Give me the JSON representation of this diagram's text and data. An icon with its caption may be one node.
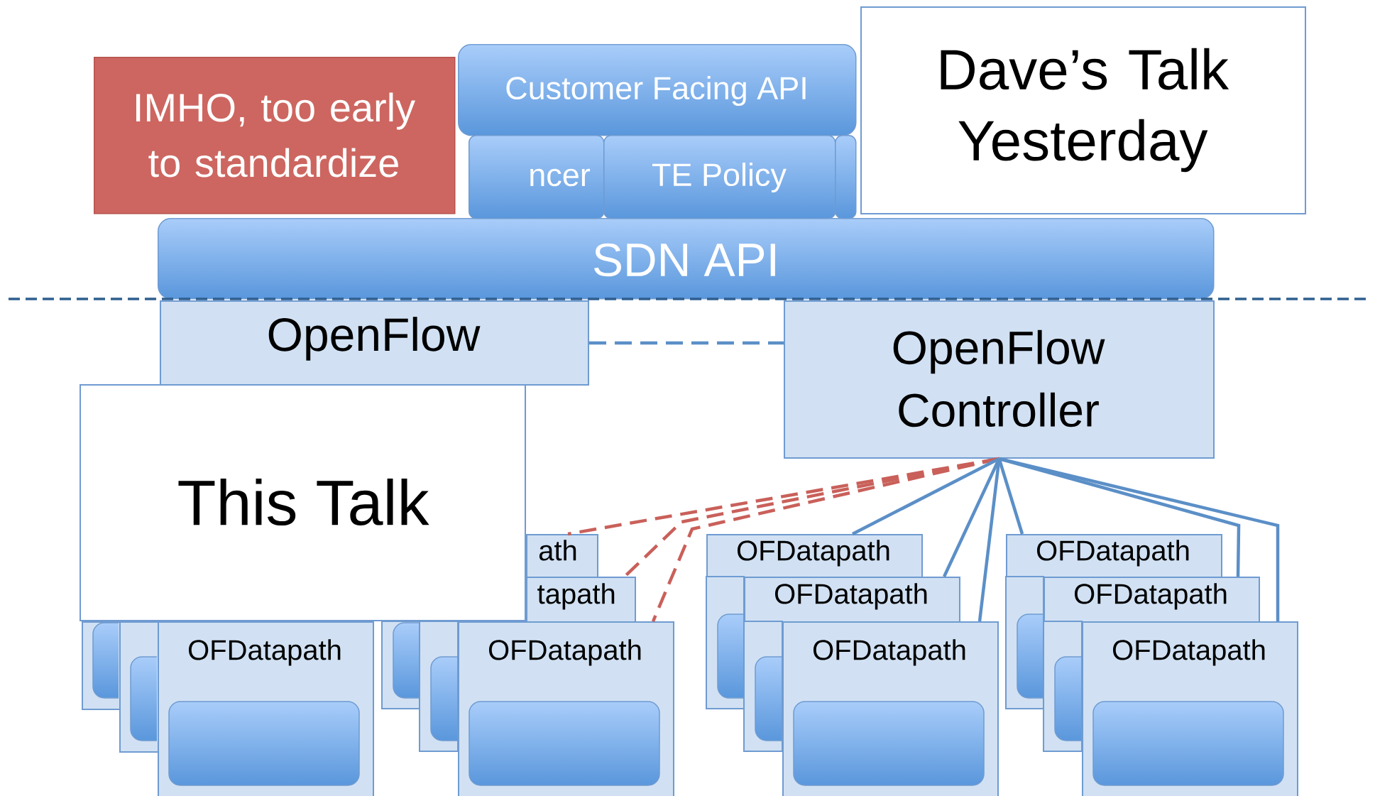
{
  "diagram": {
    "nodes": [
      {
        "text": [
          "Customer Facing API"
        ]
      },
      {
        "text": [
          "ncer"
        ]
      },
      {
        "text": [
          "TE Policy"
        ]
      },
      {
        "text": [],
        "shape": "box"
      },
      {
        "text": [
          "SDN API"
        ]
      },
      {
        "text": [
          "IMHO, too early to standardize"
        ]
      },
      {
        "text": [
          "Dave’s Talk Yesterday"
        ]
      },
      {
        "text": [
          "OpenFlow"
        ]
      },
      {
        "text": [
          "OpenFlow Controller"
        ]
      },
      {
        "text": [
          "This Talk"
        ]
      },
      {
        "text": [],
        "shape": "box"
      },
      {
        "text": [],
        "shape": "box"
      },
      {
        "text": [
          "OFDatapath"
        ]
      },
      {
        "text": [
          "ath"
        ]
      },
      {
        "text": [
          "tapath"
        ]
      },
      {
        "text": [
          "OFDatapath"
        ]
      },
      {
        "text": [
          "OFDatapath"
        ]
      },
      {
        "text": [
          "OFDatapath"
        ]
      },
      {
        "text": [
          "OFDatapath"
        ]
      },
      {
        "text": [
          "OFDatapath"
        ]
      },
      {
        "text": [
          "OFDatapath"
        ]
      },
      {
        "text": [
          "OFDatapath"
        ]
      }
    ],
    "edges": [
      {
        "from": 7,
        "to": 8,
        "arrow": "none",
        "style": "dashed"
      },
      {
        "from": 8,
        "to": 13,
        "arrow": "none",
        "style": "dashed",
        "color": "#c9605a"
      },
      {
        "from": 8,
        "to": 14,
        "arrow": "none",
        "style": "dashed",
        "color": "#c9605a"
      },
      {
        "from": 8,
        "to": 15,
        "arrow": "none",
        "style": "dashed",
        "color": "#c9605a"
      },
      {
        "from": 8,
        "to": 16,
        "arrow": "none"
      },
      {
        "from": 8,
        "to": 17,
        "arrow": "none"
      },
      {
        "from": 8,
        "to": 18,
        "arrow": "none"
      },
      {
        "from": 8,
        "to": 19,
        "arrow": "none"
      },
      {
        "from": 8,
        "to": 20,
        "arrow": "none"
      },
      {
        "from": 8,
        "to": 21,
        "arrow": "none"
      }
    ]
  }
}
